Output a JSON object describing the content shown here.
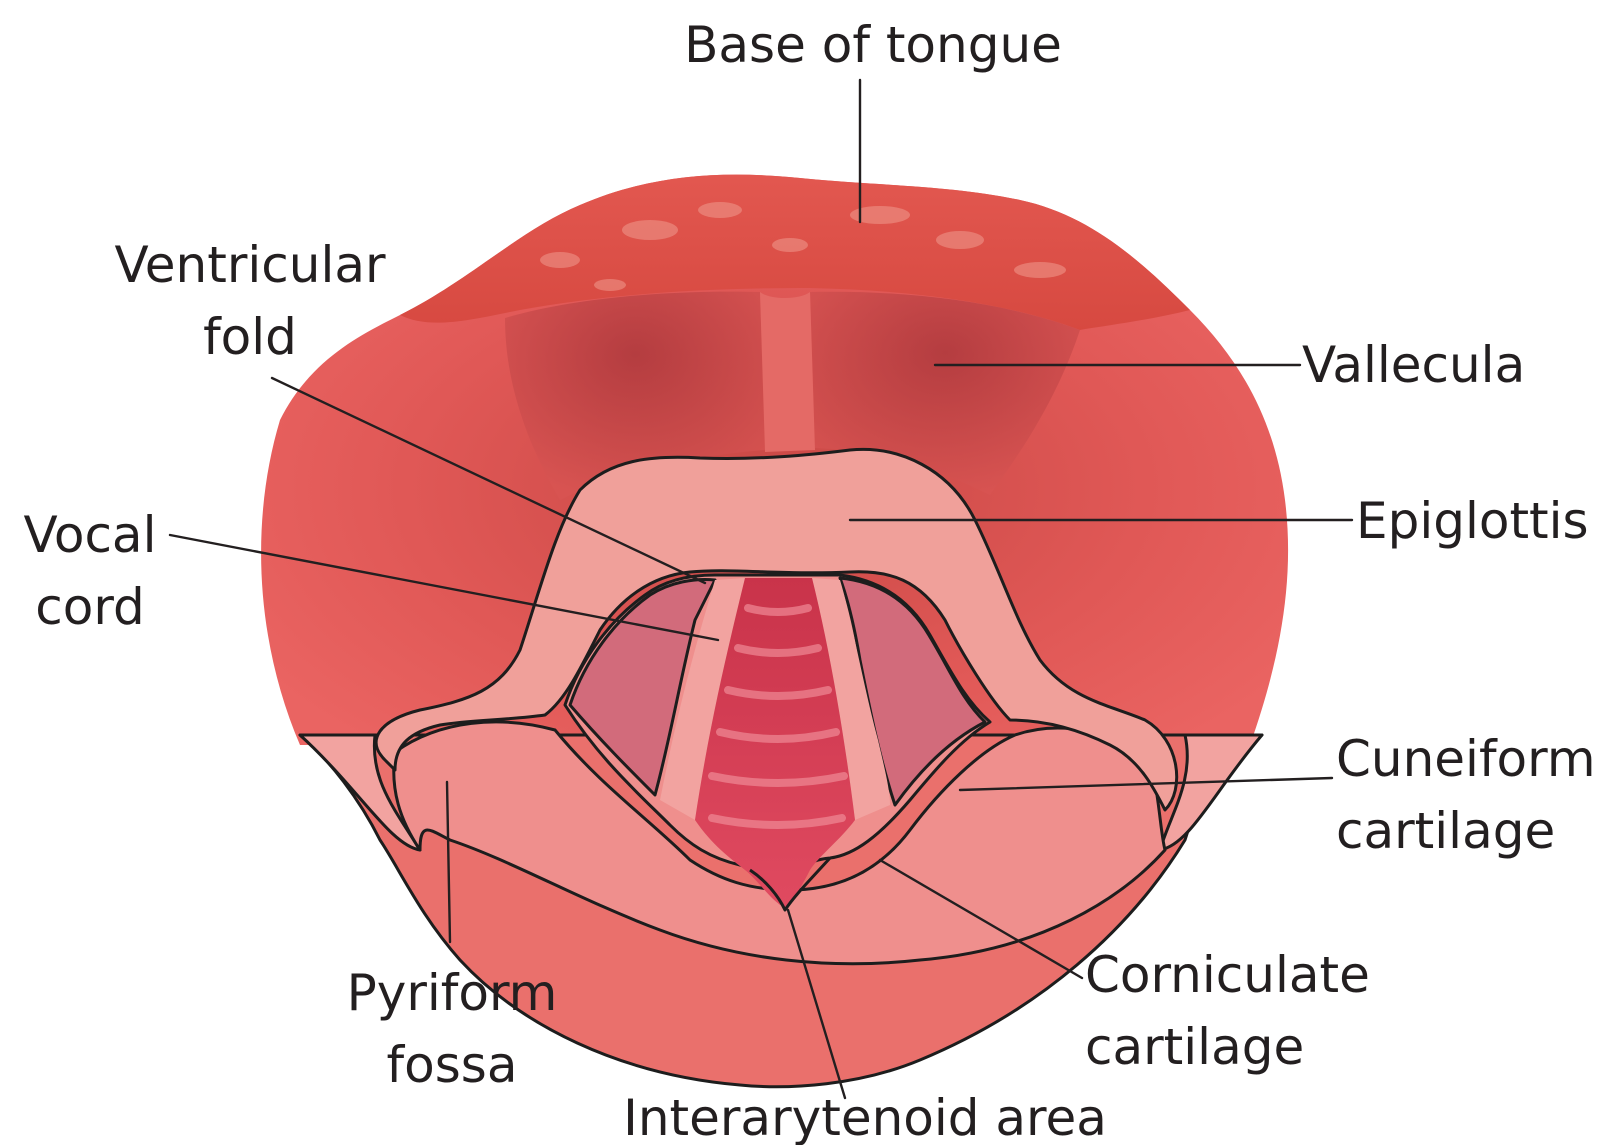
{
  "labels": {
    "base_of_tongue": "Base of tongue",
    "ventricular_fold_1": "Ventricular",
    "ventricular_fold_2": "fold",
    "vallecula": "Vallecula",
    "vocal_cord_1": "Vocal",
    "vocal_cord_2": "cord",
    "epiglottis": "Epiglottis",
    "cuneiform_1": "Cuneiform",
    "cuneiform_2": "cartilage",
    "corniculate_1": "Corniculate",
    "corniculate_2": "cartilage",
    "pyriform_1": "Pyriform",
    "pyriform_2": "fossa",
    "interarytenoid": "Interarytenoid area"
  },
  "colors": {
    "tongue_base": "#e45a5a",
    "tongue_top": "#d9453f",
    "vallecula_shadow": "#b83b3a",
    "epiglottis": "#f0a09a",
    "aryepiglottic": "#ef8f8d",
    "ventricular": "#d26b7b",
    "vocal_cord": "#f2a3a0",
    "trachea": "#d63c55",
    "pharynx": "#ea7470",
    "outline": "#1d1d1d"
  }
}
